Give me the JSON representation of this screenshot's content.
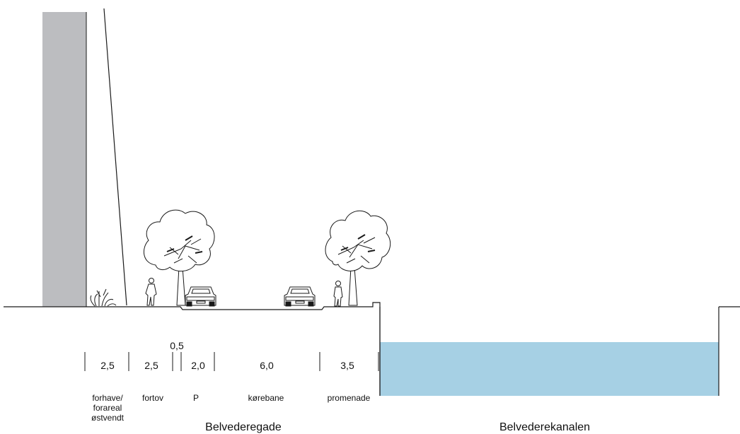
{
  "dimensions": [
    {
      "value": "2,5",
      "label": "forhave/\nforareal\nøstvendt"
    },
    {
      "value": "2,5",
      "label": "fortov"
    },
    {
      "value": "0,5",
      "label": ""
    },
    {
      "value": "2,0",
      "label": "P"
    },
    {
      "value": "6,0",
      "label": "kørebane"
    },
    {
      "value": "3,5",
      "label": "promenade"
    }
  ],
  "street_name": "Belvederegade",
  "canal_name": "Belvederekanalen",
  "colors": {
    "building": "#bcbdc0",
    "water": "#a6d0e4",
    "line": "#1a1a1a"
  },
  "icons": [
    "tree-icon",
    "car-icon",
    "pedestrian-icon",
    "shrub-icon"
  ]
}
